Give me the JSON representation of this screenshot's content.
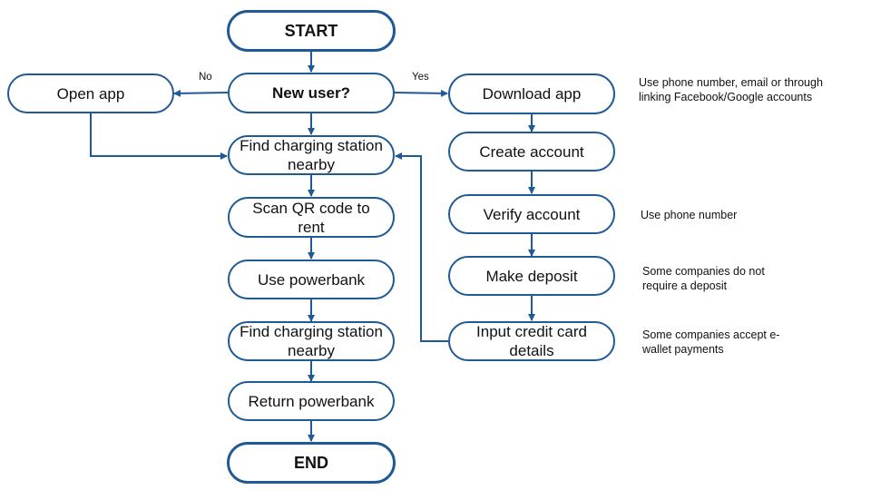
{
  "nodes": {
    "start": "START",
    "new_user": "New user?",
    "open_app": "Open app",
    "download_app": "Download app",
    "create_account": "Create account",
    "verify_account": "Verify account",
    "make_deposit": "Make deposit",
    "input_credit_card": "Input credit card details",
    "find_station_1": "Find charging station nearby",
    "scan_qr": "Scan QR code to rent",
    "use_powerbank": "Use powerbank",
    "find_station_2": "Find charging station nearby",
    "return_powerbank": "Return powerbank",
    "end": "END"
  },
  "edge_labels": {
    "no": "No",
    "yes": "Yes"
  },
  "notes": {
    "download": "Use phone number, email or through linking Facebook/Google accounts",
    "verify": "Use phone number",
    "deposit": "Some companies do not require a deposit",
    "credit": "Some companies accept e-wallet payments"
  },
  "colors": {
    "stroke": "#1f5a96",
    "text": "#111111",
    "background": "#ffffff"
  }
}
